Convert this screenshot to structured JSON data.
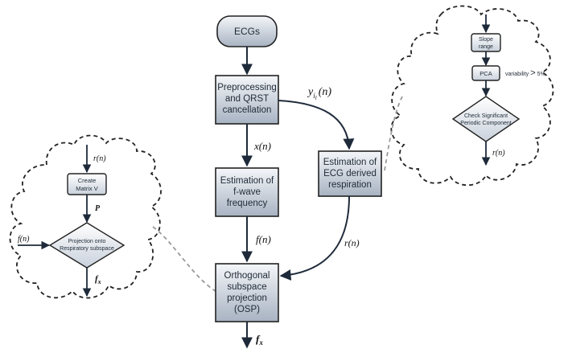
{
  "main": {
    "ecgs": "ECGs",
    "preprocessing": [
      "Preprocessing",
      "and QRST",
      "cancellation"
    ],
    "fwave": [
      "Estimation of",
      "f-wave",
      "frequency"
    ],
    "edr": [
      "Estimation of",
      "ECG derived",
      "respiration"
    ],
    "osp": [
      "Orthogonal",
      "subspace",
      "projection",
      "(OSP)"
    ]
  },
  "labels": {
    "y_base": "y",
    "y_sub": "i",
    "y_subsub": "l",
    "y_arg": "(n)",
    "x": "x(n)",
    "f": "f(n)",
    "r": "r(n)",
    "fx_base": "f",
    "fx_sub": "x"
  },
  "left_cloud": {
    "r": "r(n)",
    "create": [
      "Create",
      "Matrix V"
    ],
    "p": "P",
    "f": "f(n)",
    "projection": [
      "Projection onto",
      "Respiratory subspace"
    ],
    "fx_base": "f",
    "fx_sub": "x"
  },
  "right_cloud": {
    "slope": [
      "Slope",
      "range"
    ],
    "pca": "PCA",
    "variability": "variability",
    "gt": ">",
    "pct": "5%",
    "check": [
      "Check Significant",
      "Periodic Component"
    ],
    "r": "r(n)"
  }
}
